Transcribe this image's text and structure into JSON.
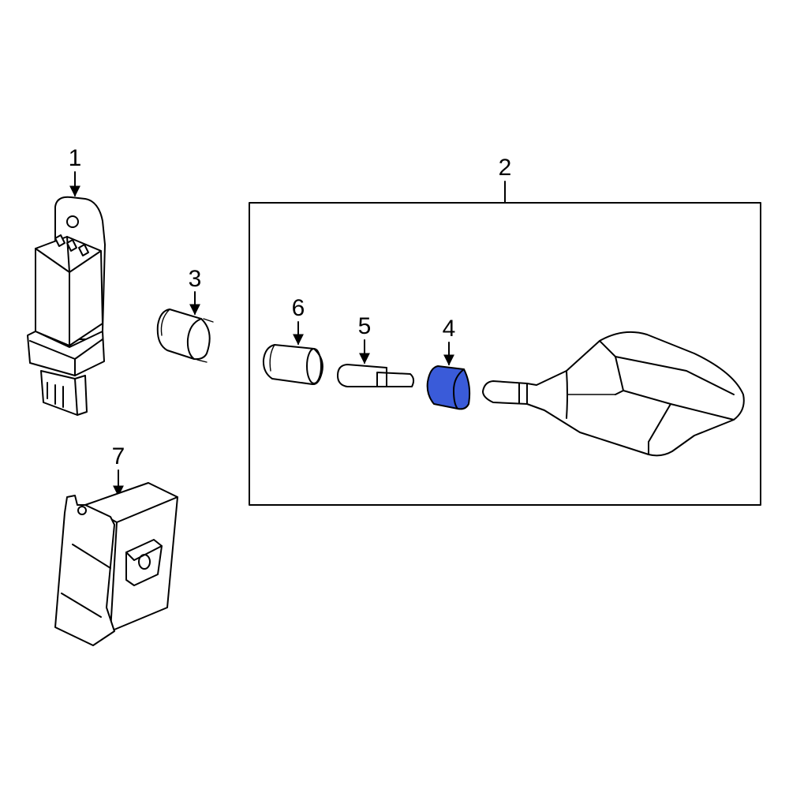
{
  "callouts": [
    {
      "id": "1",
      "label": "1"
    },
    {
      "id": "2",
      "label": "2"
    },
    {
      "id": "3",
      "label": "3"
    },
    {
      "id": "4",
      "label": "4"
    },
    {
      "id": "5",
      "label": "5"
    },
    {
      "id": "6",
      "label": "6"
    },
    {
      "id": "7",
      "label": "7"
    }
  ],
  "highlight_color": "#3a5bd9",
  "highlighted_part": "4"
}
